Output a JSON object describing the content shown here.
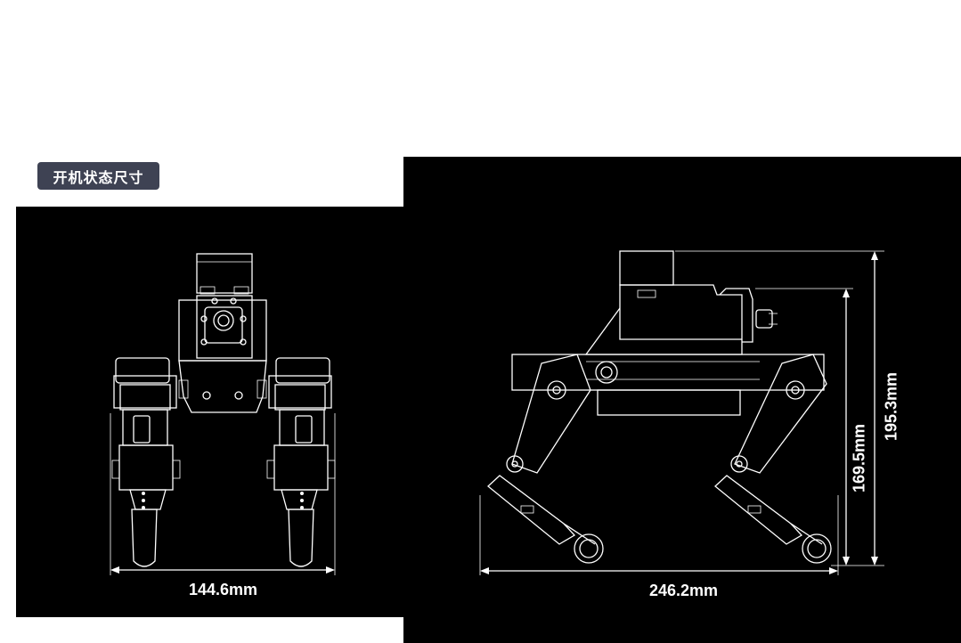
{
  "header": {
    "badge_label": "开机状态尺寸"
  },
  "colors": {
    "badge_bg": "#3e4253",
    "panel_bg": "#000000",
    "line": "#ffffff",
    "page_bg": "#ffffff"
  },
  "front_view": {
    "width_label": "144.6mm"
  },
  "side_view": {
    "length_label": "246.2mm",
    "body_height_label": "169.5mm",
    "total_height_label": "195.3mm"
  }
}
